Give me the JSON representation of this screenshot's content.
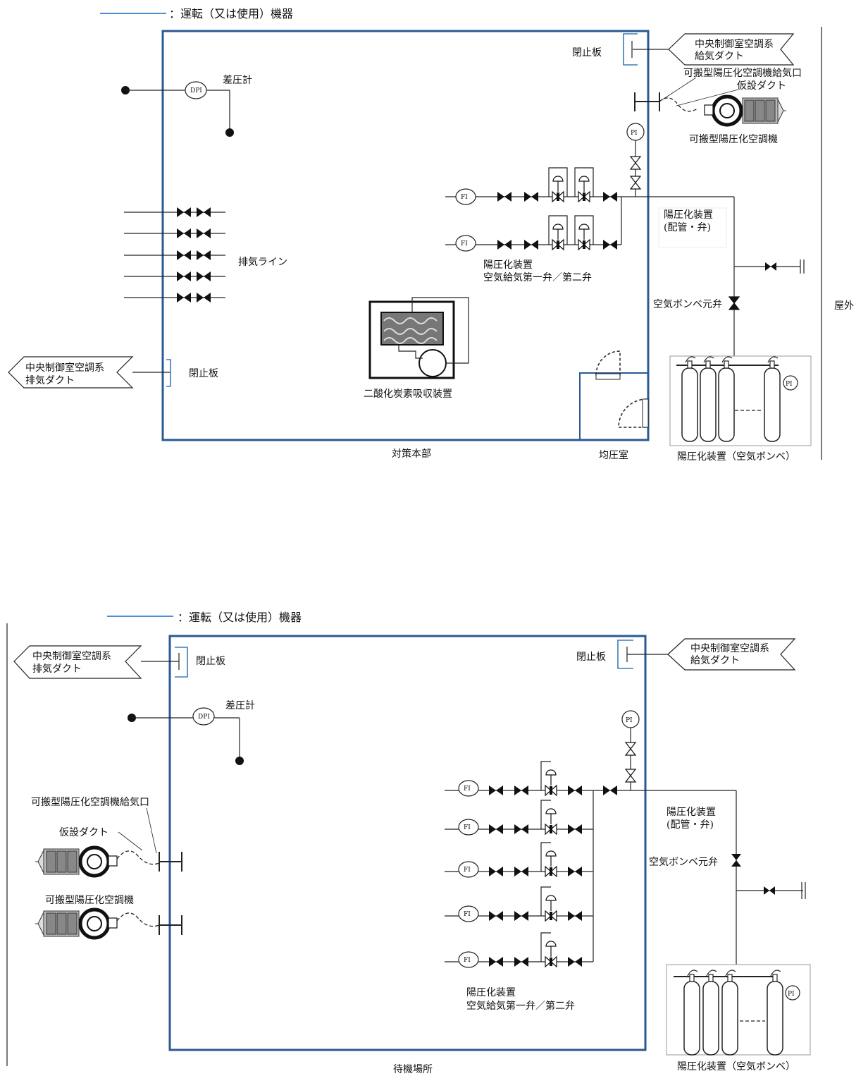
{
  "legend_text": "：運転（又は使用）機器",
  "colors": {
    "operating_equipment_line": "#4a90d9",
    "room_outline": "#2a5a93",
    "pipe": "#222222"
  },
  "upper_diagram": {
    "room_label": "対策本部",
    "equalizing_room_label": "均圧室",
    "outdoor_label": "屋外",
    "diff_pressure_gauge_label": "差圧計",
    "diff_pressure_gauge_tag": "DPI",
    "exhaust_line_label": "排気ライン",
    "exhaust_duct_label_1": "中央制御室空調系",
    "exhaust_duct_label_2": "排気ダクト",
    "closing_plate_label_exhaust": "閉止板",
    "supply_duct_label_1": "中央制御室空調系",
    "supply_duct_label_2": "給気ダクト",
    "closing_plate_label_supply": "閉止板",
    "portable_inlet_label": "可搬型陽圧化空調機給気口",
    "temporary_duct_label": "仮設ダクト",
    "portable_ac_label": "可搬型陽圧化空調機",
    "co2_absorber_label": "二酸化炭素吸収装置",
    "valves_label_1": "陽圧化装置",
    "valves_label_2": "空気給気第一弁／第二弁",
    "piping_label_1": "陽圧化装置",
    "piping_label_2": "(配管・弁)",
    "cylinder_main_valve_label": "空気ボンベ元弁",
    "cylinders_label": "陽圧化装置（空気ボンベ）",
    "pressure_indicator_tag": "PI",
    "flow_indicator_tag": "FI"
  },
  "lower_diagram": {
    "room_label": "待機場所",
    "diff_pressure_gauge_label": "差圧計",
    "diff_pressure_gauge_tag": "DPI",
    "exhaust_duct_label_1": "中央制御室空調系",
    "exhaust_duct_label_2": "排気ダクト",
    "closing_plate_label_exhaust": "閉止板",
    "supply_duct_label_1": "中央制御室空調系",
    "supply_duct_label_2": "給気ダクト",
    "closing_plate_label_supply": "閉止板",
    "portable_inlet_label": "可搬型陽圧化空調機給気口",
    "temporary_duct_label": "仮設ダクト",
    "portable_ac_label": "可搬型陽圧化空調機",
    "valves_label_1": "陽圧化装置",
    "valves_label_2": "空気給気第一弁／第二弁",
    "piping_label_1": "陽圧化装置",
    "piping_label_2": "(配管・弁)",
    "cylinder_main_valve_label": "空気ボンベ元弁",
    "cylinders_label": "陽圧化装置（空気ボンベ）",
    "pressure_indicator_tag": "PI",
    "flow_indicator_tag": "FI"
  }
}
